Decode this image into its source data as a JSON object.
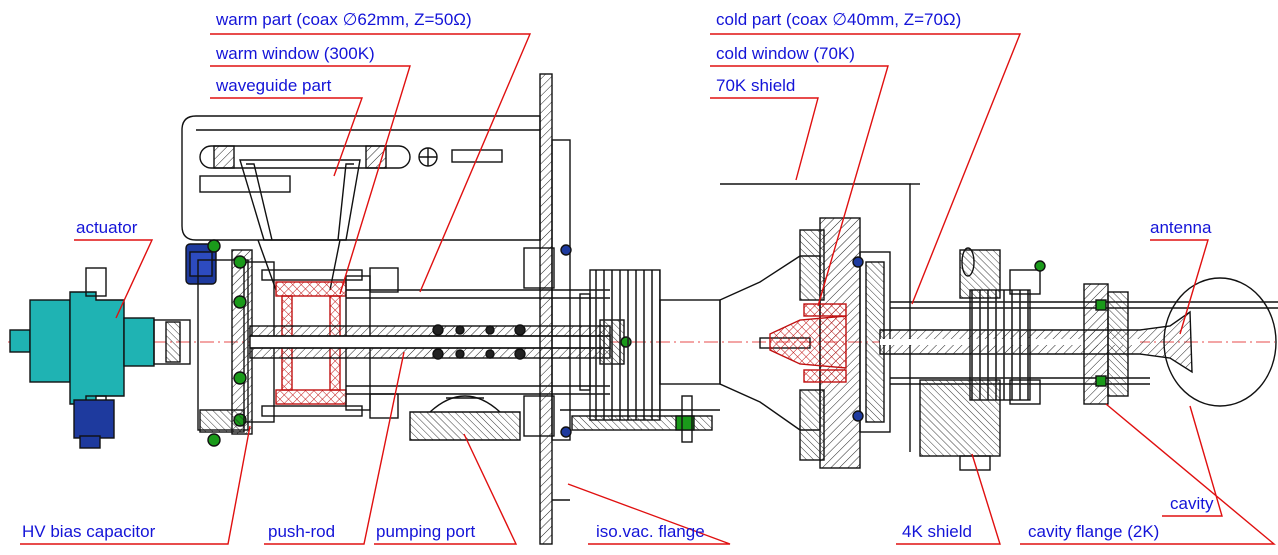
{
  "diagram": {
    "labels": {
      "warm_part": "warm part (coax ∅62mm, Z=50Ω)",
      "warm_window": "warm window (300K)",
      "waveguide_part": "waveguide part",
      "cold_part": "cold part (coax ∅40mm, Z=70Ω)",
      "cold_window": "cold window (70K)",
      "shield_70k": "70K shield",
      "actuator": "actuator",
      "antenna": "antenna",
      "cavity": "cavity",
      "hv_bias_capacitor": "HV bias capacitor",
      "push_rod": "push-rod",
      "pumping_port": "pumping port",
      "iso_vac_flange": "iso.vac. flange",
      "shield_4k": "4K shield",
      "cavity_flange": "cavity flange (2K)"
    },
    "colors": {
      "label_text": "#1414d8",
      "leader_line": "#e01010",
      "outline": "#111111",
      "actuator_body": "#1fb3b3",
      "connector": "#1e3a9e",
      "window_ceramic": "#e03030",
      "bolt_green": "#1a9a1a"
    }
  }
}
